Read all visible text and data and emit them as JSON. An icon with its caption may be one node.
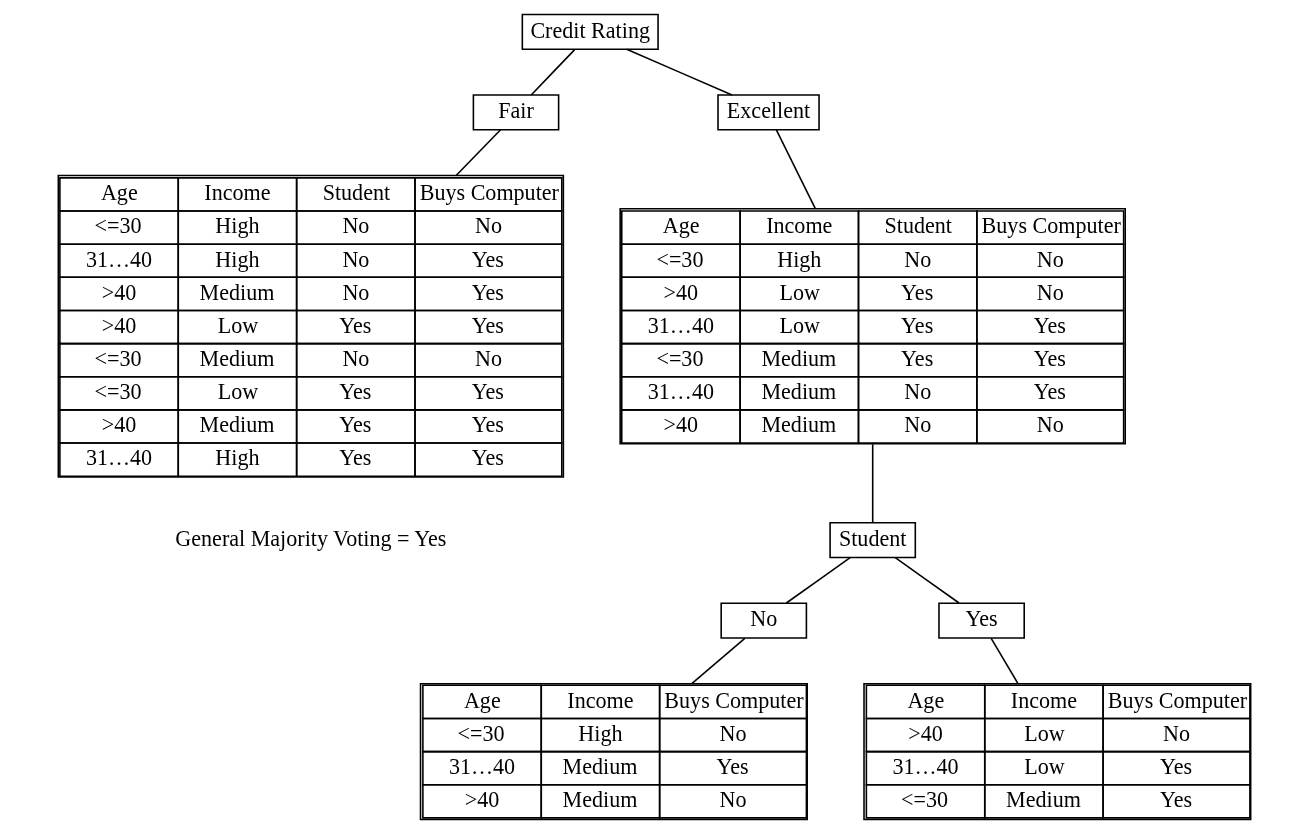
{
  "diagram": {
    "nodes": [
      {
        "text": [
          "Credit Rating"
        ]
      },
      {
        "text": [
          "Fair"
        ]
      },
      {
        "text": [
          "Excellent"
        ]
      },
      {
        "text": [
          "Age",
          "Income",
          "Student",
          "Buys Computer",
          "<=30",
          "High",
          "No",
          "No",
          "31…40",
          "High",
          "No",
          "Yes",
          ">40",
          "Medium",
          "No",
          "Yes",
          ">40",
          "Low",
          "Yes",
          "Yes",
          "<=30",
          "Medium",
          "No",
          "No",
          "<=30",
          "Low",
          "Yes",
          "Yes",
          ">40",
          "Medium",
          "Yes",
          "Yes",
          "31…40",
          "High",
          "Yes",
          "Yes"
        ]
      },
      {
        "text": [
          "Age",
          "Income",
          "Student",
          "Buys Computer",
          "<=30",
          "High",
          "No",
          "No",
          ">40",
          "Low",
          "Yes",
          "No",
          "31…40",
          "Low",
          "Yes",
          "Yes",
          "<=30",
          "Medium",
          "Yes",
          "Yes",
          "31…40",
          "Medium",
          "No",
          "Yes",
          ">40",
          "Medium",
          "No",
          "No"
        ]
      },
      {
        "text": [
          "Student"
        ]
      },
      {
        "text": [
          "No"
        ]
      },
      {
        "text": [
          "Yes"
        ]
      },
      {
        "text": [
          "Age",
          "Income",
          "Buys Computer",
          "<=30",
          "High",
          "No",
          "31…40",
          "Medium",
          "Yes",
          ">40",
          "Medium",
          "No"
        ]
      },
      {
        "text": [
          "Age",
          "Income",
          "Buys Computer",
          ">40",
          "Low",
          "No",
          "31…40",
          "Low",
          "Yes",
          "<=30",
          "Medium",
          "Yes"
        ]
      }
    ],
    "edges": [
      {
        "from": 0,
        "to": 1,
        "arrow": "none"
      },
      {
        "from": 0,
        "to": 2,
        "arrow": "none"
      },
      {
        "from": 1,
        "to": 3,
        "arrow": "none"
      },
      {
        "from": 2,
        "to": 4,
        "arrow": "none"
      },
      {
        "from": 4,
        "to": 5,
        "arrow": "none"
      },
      {
        "from": 5,
        "to": 6,
        "arrow": "none"
      },
      {
        "from": 5,
        "to": 7,
        "arrow": "none"
      },
      {
        "from": 6,
        "to": 8,
        "arrow": "none"
      },
      {
        "from": 7,
        "to": 9,
        "arrow": "none"
      }
    ],
    "labels": [
      "General Majority Voting = Yes"
    ]
  }
}
